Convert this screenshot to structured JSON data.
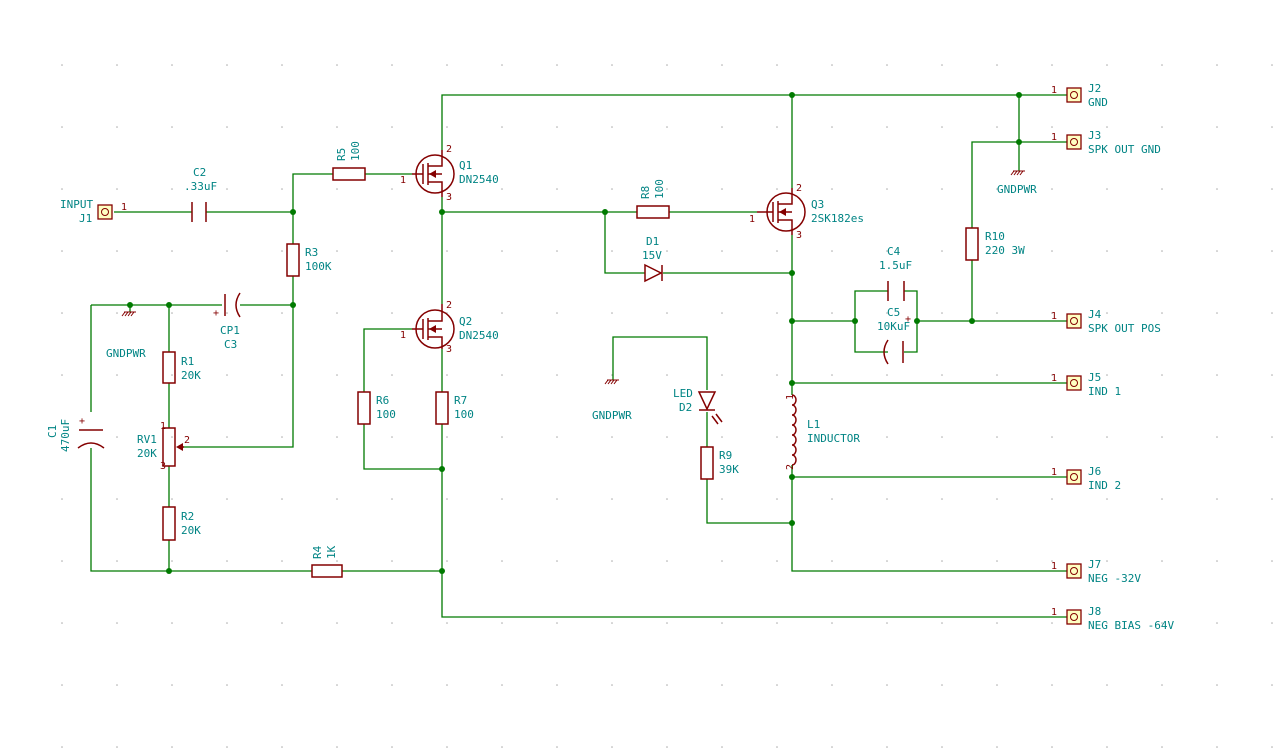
{
  "components": {
    "J1": {
      "ref": "J1",
      "value": "INPUT",
      "pin": "1"
    },
    "J2": {
      "ref": "J2",
      "value": "GND",
      "pin": "1"
    },
    "J3": {
      "ref": "J3",
      "value": "SPK OUT GND",
      "pin": "1"
    },
    "J4": {
      "ref": "J4",
      "value": "SPK OUT POS",
      "pin": "1"
    },
    "J5": {
      "ref": "J5",
      "value": "IND 1",
      "pin": "1"
    },
    "J6": {
      "ref": "J6",
      "value": "IND 2",
      "pin": "1"
    },
    "J7": {
      "ref": "J7",
      "value": "NEG -32V",
      "pin": "1"
    },
    "J8": {
      "ref": "J8",
      "value": "NEG BIAS -64V",
      "pin": "1"
    },
    "C1": {
      "ref": "C1",
      "value": "470uF"
    },
    "C2": {
      "ref": "C2",
      "value": ".33uF"
    },
    "CP1": {
      "ref": "CP1",
      "value": "C3"
    },
    "C4": {
      "ref": "C4",
      "value": "1.5uF"
    },
    "C5": {
      "ref": "C5",
      "value": "10KuF"
    },
    "R1": {
      "ref": "R1",
      "value": "20K"
    },
    "R2": {
      "ref": "R2",
      "value": "20K"
    },
    "R3": {
      "ref": "R3",
      "value": "100K"
    },
    "R4": {
      "ref": "R4",
      "value": "1K"
    },
    "R5": {
      "ref": "R5",
      "value": "100"
    },
    "R6": {
      "ref": "R6",
      "value": "100"
    },
    "R7": {
      "ref": "R7",
      "value": "100"
    },
    "R8": {
      "ref": "R8",
      "value": "100"
    },
    "R9": {
      "ref": "R9",
      "value": "39K"
    },
    "R10": {
      "ref": "R10",
      "value": "220 3W"
    },
    "RV1": {
      "ref": "RV1",
      "value": "20K",
      "pins": [
        "1",
        "2",
        "3"
      ]
    },
    "Q1": {
      "ref": "Q1",
      "value": "DN2540",
      "pins": [
        "1",
        "2",
        "3"
      ]
    },
    "Q2": {
      "ref": "Q2",
      "value": "DN2540",
      "pins": [
        "1",
        "2",
        "3"
      ]
    },
    "Q3": {
      "ref": "Q3",
      "value": "2SK182es",
      "pins": [
        "1",
        "2",
        "3"
      ]
    },
    "D1": {
      "ref": "D1",
      "value": "15V"
    },
    "D2": {
      "ref": "D2",
      "value": "LED"
    },
    "L1": {
      "ref": "L1",
      "value": "INDUCTOR",
      "pins": [
        "1",
        "2"
      ]
    }
  },
  "power": {
    "gnd1": "GNDPWR",
    "gnd2": "GNDPWR",
    "gnd3": "GNDPWR"
  },
  "polarity": {
    "plus": "+"
  },
  "colors": {
    "wire": "#007a00",
    "component": "#840000",
    "text": "#008484",
    "connector_fill": "#ffffc2",
    "background": "#ffffff"
  }
}
